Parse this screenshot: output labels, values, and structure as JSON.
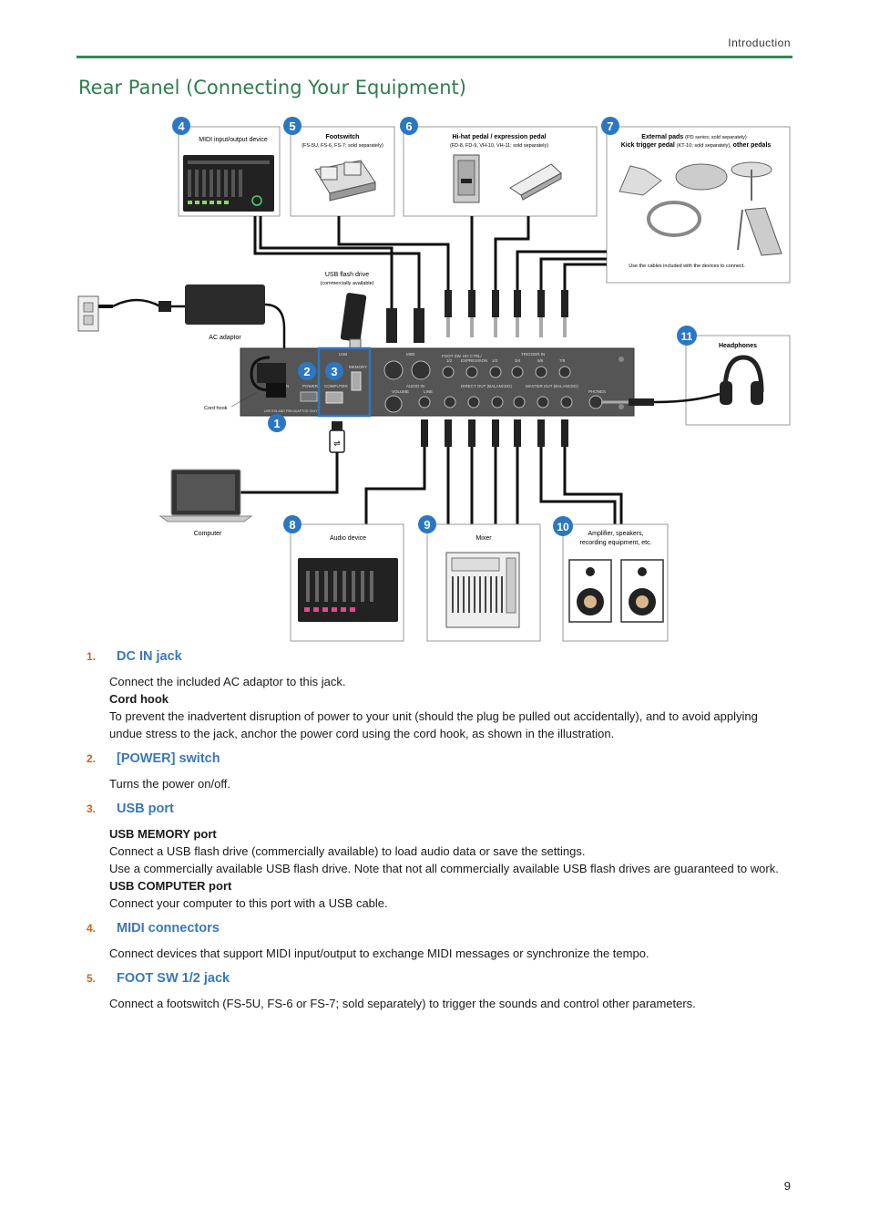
{
  "header": {
    "section": "Introduction"
  },
  "title": "Rear Panel (Connecting Your Equipment)",
  "diagram": {
    "midi_device": "MIDI input/output device",
    "footswitch": "Footswitch",
    "footswitch_note": "(FS-5U, FS-6, FS-7; sold separately)",
    "hihat": "Hi-hat pedal / expression pedal",
    "hihat_note": "(FD-8, FD-9, VH-10, VH-11; sold separately)",
    "ext_pads": "External pads",
    "ext_pads_note": "(PD series; sold separately)",
    "kick_trigger": "Kick trigger pedal",
    "kick_trigger_note": "(KT-10; sold separately),",
    "other_pedals": "other pedals",
    "cables_note": "Use the cables included with the devices to connect.",
    "usb_flash": "USB flash drive",
    "usb_flash_note": "(commercially available)",
    "ac_adaptor": "AC adaptor",
    "cord_hook": "Cord hook",
    "headphones": "Headphones",
    "computer": "Computer",
    "audio_device": "Audio device",
    "mixer": "Mixer",
    "amp": "Amplifier, speakers,",
    "amp2": "recording equipment, etc.",
    "panel": {
      "midi": "MIDI",
      "foot_sw": "FOOT SW",
      "foot_sw_12": "1/2",
      "hh_ctrl": "HH CTRL/",
      "expression": "EXPRESSION",
      "trigger_in": "TRIGGER IN",
      "t1": "1/2",
      "t2": "3/4",
      "t3": "5/6",
      "t4": "7/8",
      "audio_in": "AUDIO IN",
      "line": "LINE",
      "volume": "VOLUME",
      "direct_out": "DIRECT OUT (BALANCED)",
      "master_out": "MASTER OUT (BALANCED)",
      "phones": "PHONES",
      "power": "POWER",
      "computer_port": "COMPUTER",
      "memory": "MEMORY",
      "usb": "USB",
      "dc_in": "DC IN",
      "use_only": "USE ROLAND PSB ADAPTOR ONLY"
    },
    "badges": [
      "1",
      "2",
      "3",
      "4",
      "5",
      "6",
      "7",
      "8",
      "9",
      "10",
      "11"
    ]
  },
  "items": [
    {
      "num": "1.",
      "title": "DC IN jack",
      "lines": [
        {
          "bold": false,
          "text": "Connect the included AC adaptor to this jack."
        },
        {
          "bold": true,
          "text": "Cord hook"
        },
        {
          "bold": false,
          "text": "To prevent the inadvertent disruption of power to your unit (should the plug be pulled out accidentally), and to avoid applying undue stress to the jack, anchor the power cord using the cord hook, as shown in the illustration."
        }
      ]
    },
    {
      "num": "2.",
      "title": "[POWER] switch",
      "lines": [
        {
          "bold": false,
          "text": "Turns the power on/off."
        }
      ]
    },
    {
      "num": "3.",
      "title": "USB port",
      "lines": [
        {
          "bold": true,
          "text": "USB MEMORY port"
        },
        {
          "bold": false,
          "text": "Connect a USB flash drive (commercially available) to load audio data or save the settings."
        },
        {
          "bold": false,
          "text": "Use a commercially available USB flash drive. Note that not all commercially available USB flash drives are guaranteed to work."
        },
        {
          "bold": true,
          "text": "USB COMPUTER port"
        },
        {
          "bold": false,
          "text": "Connect your computer to this port with a USB cable."
        }
      ]
    },
    {
      "num": "4.",
      "title": "MIDI connectors",
      "lines": [
        {
          "bold": false,
          "text": "Connect devices that support MIDI input/output to exchange MIDI messages or synchronize the tempo."
        }
      ]
    },
    {
      "num": "5.",
      "title": "FOOT SW 1/2 jack",
      "lines": [
        {
          "bold": false,
          "text": "Connect a footswitch (FS-5U, FS-6 or FS-7; sold separately) to trigger the sounds and control other parameters."
        }
      ]
    }
  ],
  "page_number": "9",
  "colors": {
    "accent": "#2e8a57",
    "badge": "#2c77c2",
    "item_title": "#3a78b8",
    "item_num": "#c8641e"
  }
}
